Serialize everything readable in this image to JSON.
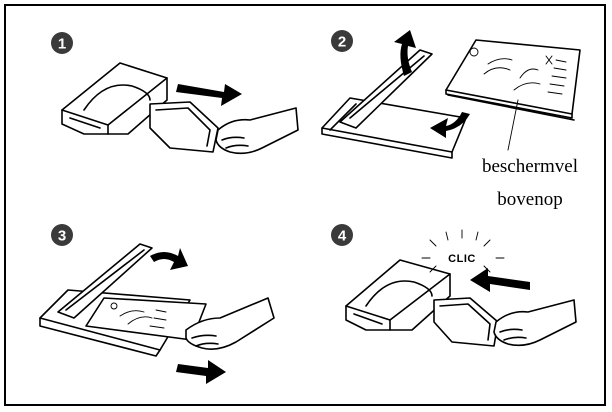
{
  "steps": [
    {
      "number": "1"
    },
    {
      "number": "2",
      "label_line1": "beschermvel",
      "label_line2": "bovenop"
    },
    {
      "number": "3"
    },
    {
      "number": "4",
      "sound": "CLIC"
    }
  ],
  "colors": {
    "ink": "#000000",
    "paper": "#ffffff",
    "badge": "#3a3a3a"
  }
}
